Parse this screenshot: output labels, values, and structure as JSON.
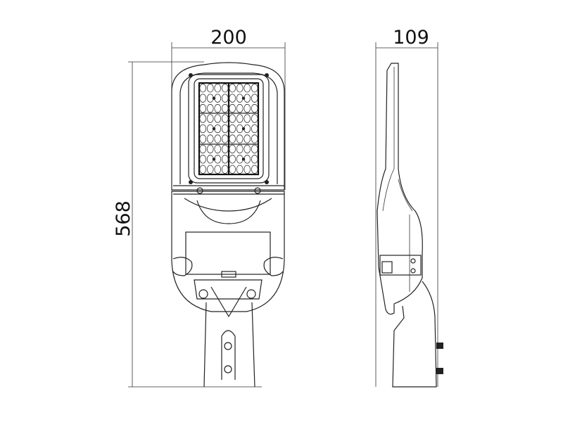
{
  "drawing": {
    "front_view": {
      "width_label": "200",
      "height_label": "568",
      "led_modules": {
        "columns": 2,
        "rows": 3,
        "leds_per_module_cols": 4,
        "leds_per_module_rows": 3
      }
    },
    "side_view": {
      "depth_label": "109"
    }
  },
  "colors": {
    "line": "#222222",
    "background": "#ffffff"
  }
}
